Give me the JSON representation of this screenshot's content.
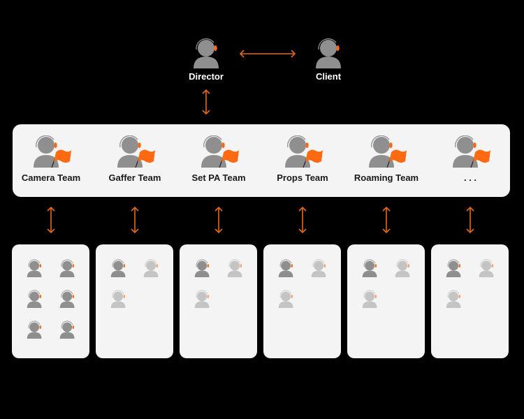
{
  "colors": {
    "background": "#000000",
    "panel": "#f4f4f4",
    "person_dark": "#8f8f8f",
    "person_light": "#c4c4c4",
    "accent": "#ff6a13",
    "arrow": "#e0691f"
  },
  "top": {
    "director": {
      "label": "Director",
      "icon": "headset-person-icon"
    },
    "client": {
      "label": "Client",
      "icon": "headset-person-icon"
    },
    "connections": [
      "director<->client",
      "director<->teams"
    ]
  },
  "teams": [
    {
      "label": "Camera Team",
      "icon": "team-lead-flag-icon",
      "crew": [
        "active",
        "active",
        "active",
        "active",
        "active",
        "active"
      ]
    },
    {
      "label": "Gaffer Team",
      "icon": "team-lead-flag-icon",
      "crew": [
        "active",
        "inactive",
        "inactive"
      ]
    },
    {
      "label": "Set PA Team",
      "icon": "team-lead-flag-icon",
      "crew": [
        "active",
        "inactive",
        "inactive"
      ]
    },
    {
      "label": "Props Team",
      "icon": "team-lead-flag-icon",
      "crew": [
        "active",
        "inactive",
        "inactive"
      ]
    },
    {
      "label": "Roaming Team",
      "icon": "team-lead-flag-icon",
      "crew": [
        "active",
        "inactive",
        "inactive"
      ]
    },
    {
      "label": ". . .",
      "icon": "team-lead-flag-icon",
      "crew": [
        "active",
        "inactive",
        "inactive"
      ]
    }
  ]
}
